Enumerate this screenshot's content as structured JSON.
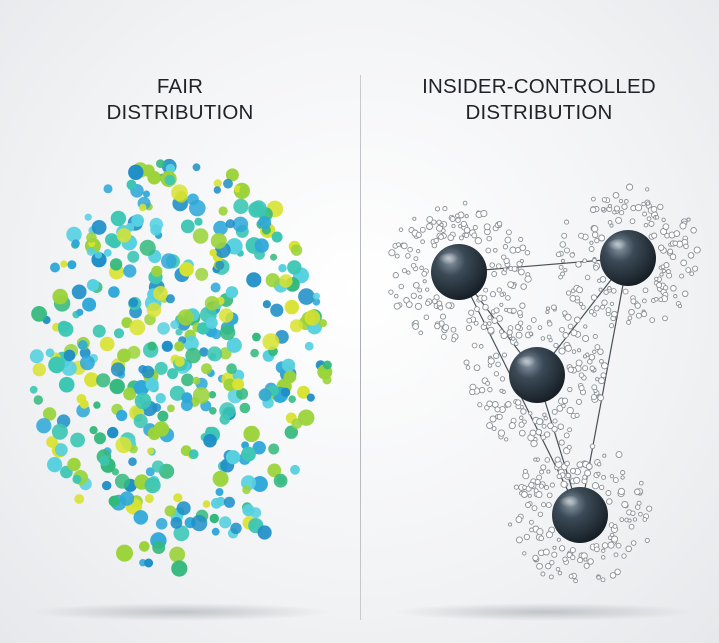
{
  "left_panel": {
    "title_line1": "FAIR",
    "title_line2": "DISTRIBUTION",
    "dot_colors": [
      "#2fa8d8",
      "#1f8fc7",
      "#3dc6b4",
      "#34b97d",
      "#9bd33a",
      "#d8e231",
      "#56d0e0"
    ]
  },
  "right_panel": {
    "title_line1": "INSIDER-CONTROLLED",
    "title_line2": "DISTRIBUTION",
    "hub_color": "#2c3a45",
    "link_color": "#4a5057",
    "node_ring_color": "#8a9096"
  }
}
